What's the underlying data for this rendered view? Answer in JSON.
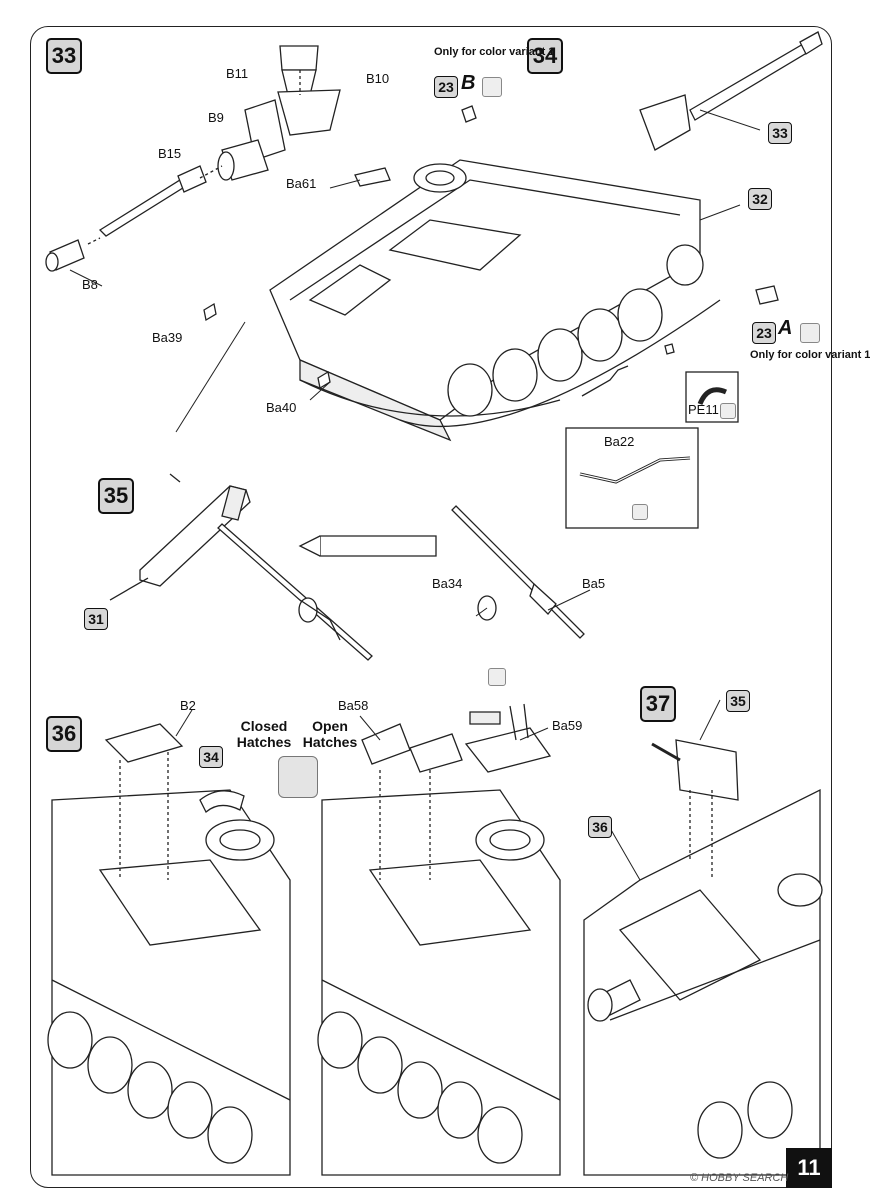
{
  "steps": {
    "s33": "33",
    "s34": "34",
    "s35": "35",
    "s36": "36",
    "s37": "37"
  },
  "step33": {
    "parts": [
      "B11",
      "B10",
      "B9",
      "B15",
      "B8"
    ]
  },
  "step34": {
    "variant_note": "Only for color variant 1",
    "variant_b": {
      "num": "23",
      "letter": "B"
    },
    "variant_a": {
      "num": "23",
      "letter": "A"
    },
    "ref33": "33",
    "ref32": "32",
    "parts": {
      "ba61": "Ba61",
      "ba39": "Ba39",
      "ba40": "Ba40",
      "pe11": "PE11",
      "ba22": "Ba22"
    }
  },
  "step35": {
    "ref31": "31",
    "parts": {
      "ba34": "Ba34",
      "ba5": "Ba5"
    }
  },
  "step36": {
    "b2": "B2",
    "ref34": "34",
    "closed": "Closed Hatches",
    "open": "Open Hatches",
    "ba58": "Ba58",
    "ba59": "Ba59"
  },
  "step37": {
    "ref35": "35",
    "ref36": "36"
  },
  "page_number": "11",
  "watermark": "© HOBBY SEARCH",
  "icons": [
    "cement-icon",
    "photo-etch-icon",
    "choice-icon",
    "star-icon",
    "arrow-icon"
  ]
}
